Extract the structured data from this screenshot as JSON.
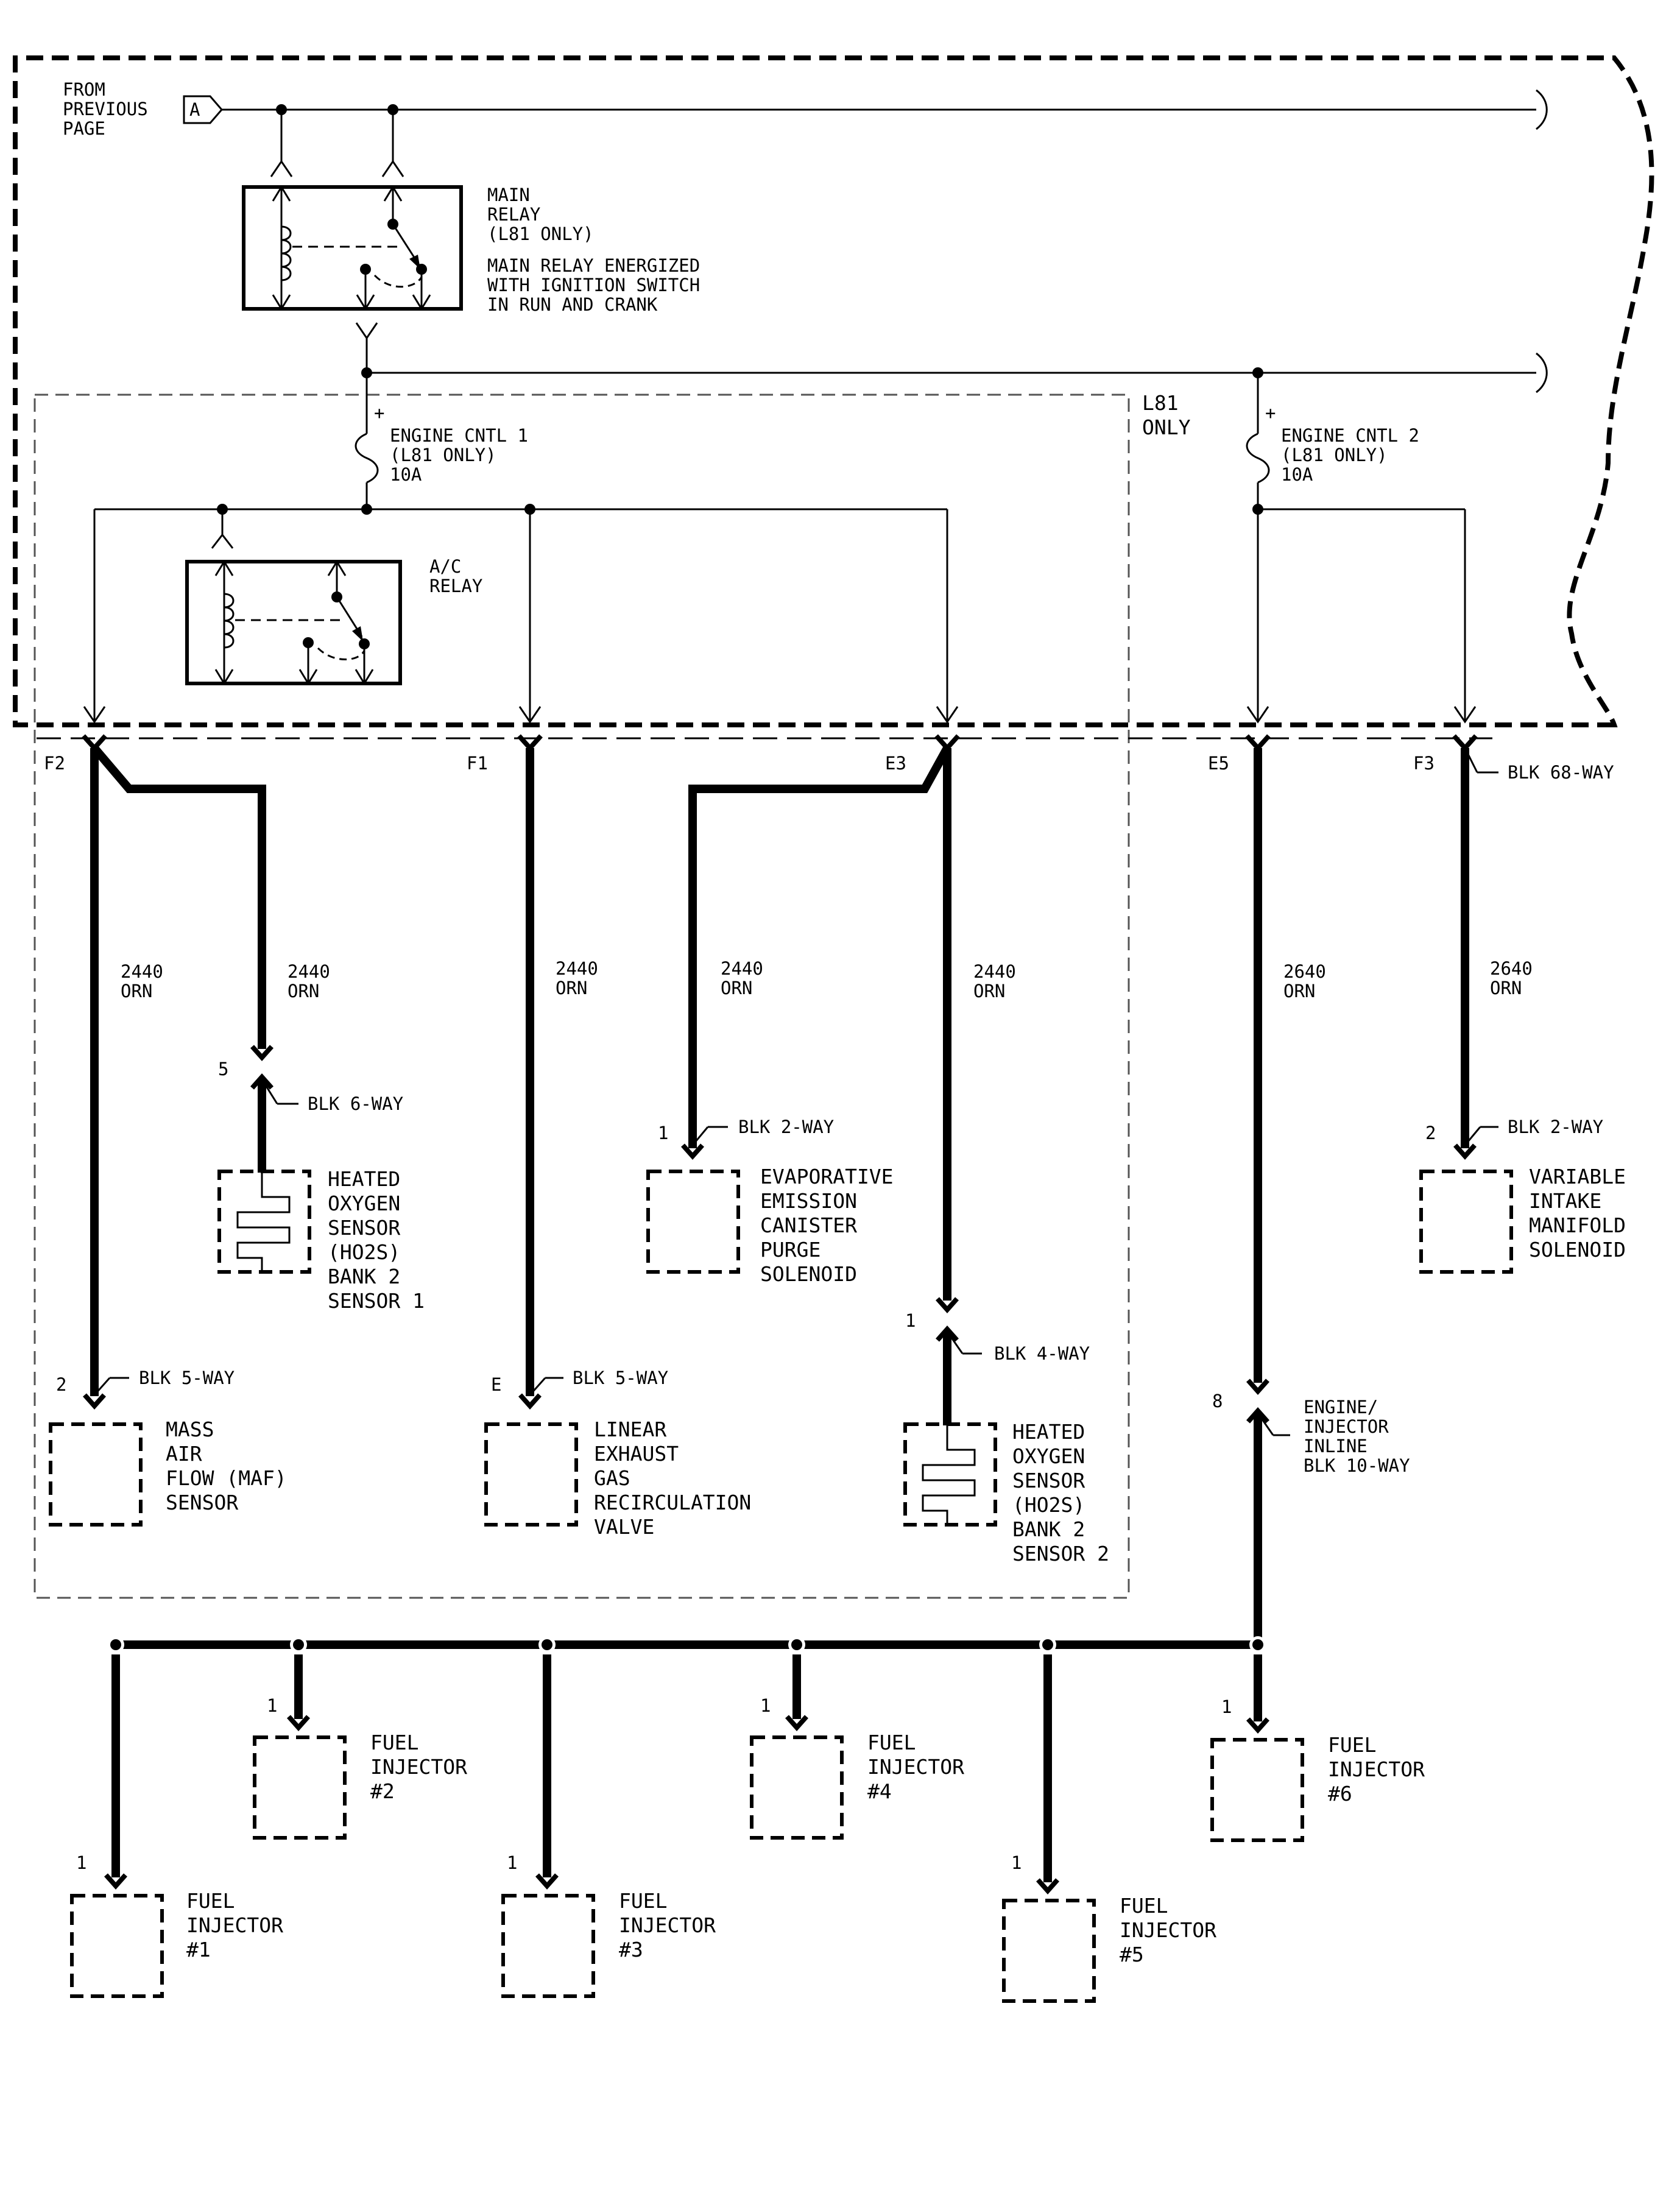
{
  "source": {
    "lines": [
      "FROM",
      "PREVIOUS",
      "PAGE"
    ],
    "ref": "A"
  },
  "main_relay": {
    "title": [
      "MAIN",
      "RELAY",
      "(L81 ONLY)"
    ],
    "note": [
      "MAIN RELAY ENERGIZED",
      "WITH IGNITION SWITCH",
      "IN RUN AND CRANK"
    ]
  },
  "zone_label": [
    "L81",
    "ONLY"
  ],
  "fuse1": {
    "polarity": "+",
    "lines": [
      "ENGINE CNTL 1",
      "(L81 ONLY)",
      "10A"
    ]
  },
  "fuse2": {
    "polarity": "+",
    "lines": [
      "ENGINE CNTL 2",
      "(L81 ONLY)",
      "10A"
    ]
  },
  "ac_relay": {
    "lines": [
      "A/C",
      "RELAY"
    ]
  },
  "pins": {
    "f2": "F2",
    "f1": "F1",
    "e3": "E3",
    "e5": "E5",
    "f3": "F3"
  },
  "pcm_connector": "BLK 68-WAY",
  "wires": {
    "w1": [
      "2440",
      "ORN"
    ],
    "w2": [
      "2440",
      "ORN"
    ],
    "w3": [
      "2440",
      "ORN"
    ],
    "w4": [
      "2440",
      "ORN"
    ],
    "w5": [
      "2440",
      "ORN"
    ],
    "w6": [
      "2640",
      "ORN"
    ],
    "w7": [
      "2640",
      "ORN"
    ]
  },
  "connectors": {
    "ho2s_b2s1": {
      "pin": "5",
      "label": "BLK 6-WAY"
    },
    "evap": {
      "pin": "1",
      "label": "BLK 2-WAY"
    },
    "vims": {
      "pin": "2",
      "label": "BLK 2-WAY"
    },
    "maf": {
      "pin": "2",
      "label": "BLK 5-WAY"
    },
    "egr": {
      "pin": "E",
      "label": "BLK 5-WAY"
    },
    "ho2s_b2s2": {
      "pin": "1",
      "label": "BLK 4-WAY"
    },
    "inline": {
      "pin": "8",
      "lines": [
        "ENGINE/",
        "INJECTOR",
        "INLINE",
        "BLK 10-WAY"
      ]
    }
  },
  "components": {
    "ho2s_b2s1": [
      "HEATED",
      "OXYGEN",
      "SENSOR",
      "(HO2S)",
      "BANK 2",
      "SENSOR 1"
    ],
    "evap": [
      "EVAPORATIVE",
      "EMISSION",
      "CANISTER",
      "PURGE",
      "SOLENOID"
    ],
    "vims": [
      "VARIABLE",
      "INTAKE",
      "MANIFOLD",
      "SOLENOID"
    ],
    "maf": [
      "MASS",
      "AIR",
      "FLOW (MAF)",
      "SENSOR"
    ],
    "egr": [
      "LINEAR",
      "EXHAUST",
      "GAS",
      "RECIRCULATION",
      "VALVE"
    ],
    "ho2s_b2s2": [
      "HEATED",
      "OXYGEN",
      "SENSOR",
      "(HO2S)",
      "BANK 2",
      "SENSOR 2"
    ]
  },
  "injectors": [
    {
      "pin": "1",
      "lines": [
        "FUEL",
        "INJECTOR",
        "#1"
      ]
    },
    {
      "pin": "1",
      "lines": [
        "FUEL",
        "INJECTOR",
        "#2"
      ]
    },
    {
      "pin": "1",
      "lines": [
        "FUEL",
        "INJECTOR",
        "#3"
      ]
    },
    {
      "pin": "1",
      "lines": [
        "FUEL",
        "INJECTOR",
        "#4"
      ]
    },
    {
      "pin": "1",
      "lines": [
        "FUEL",
        "INJECTOR",
        "#5"
      ]
    },
    {
      "pin": "1",
      "lines": [
        "FUEL",
        "INJECTOR",
        "#6"
      ]
    }
  ]
}
